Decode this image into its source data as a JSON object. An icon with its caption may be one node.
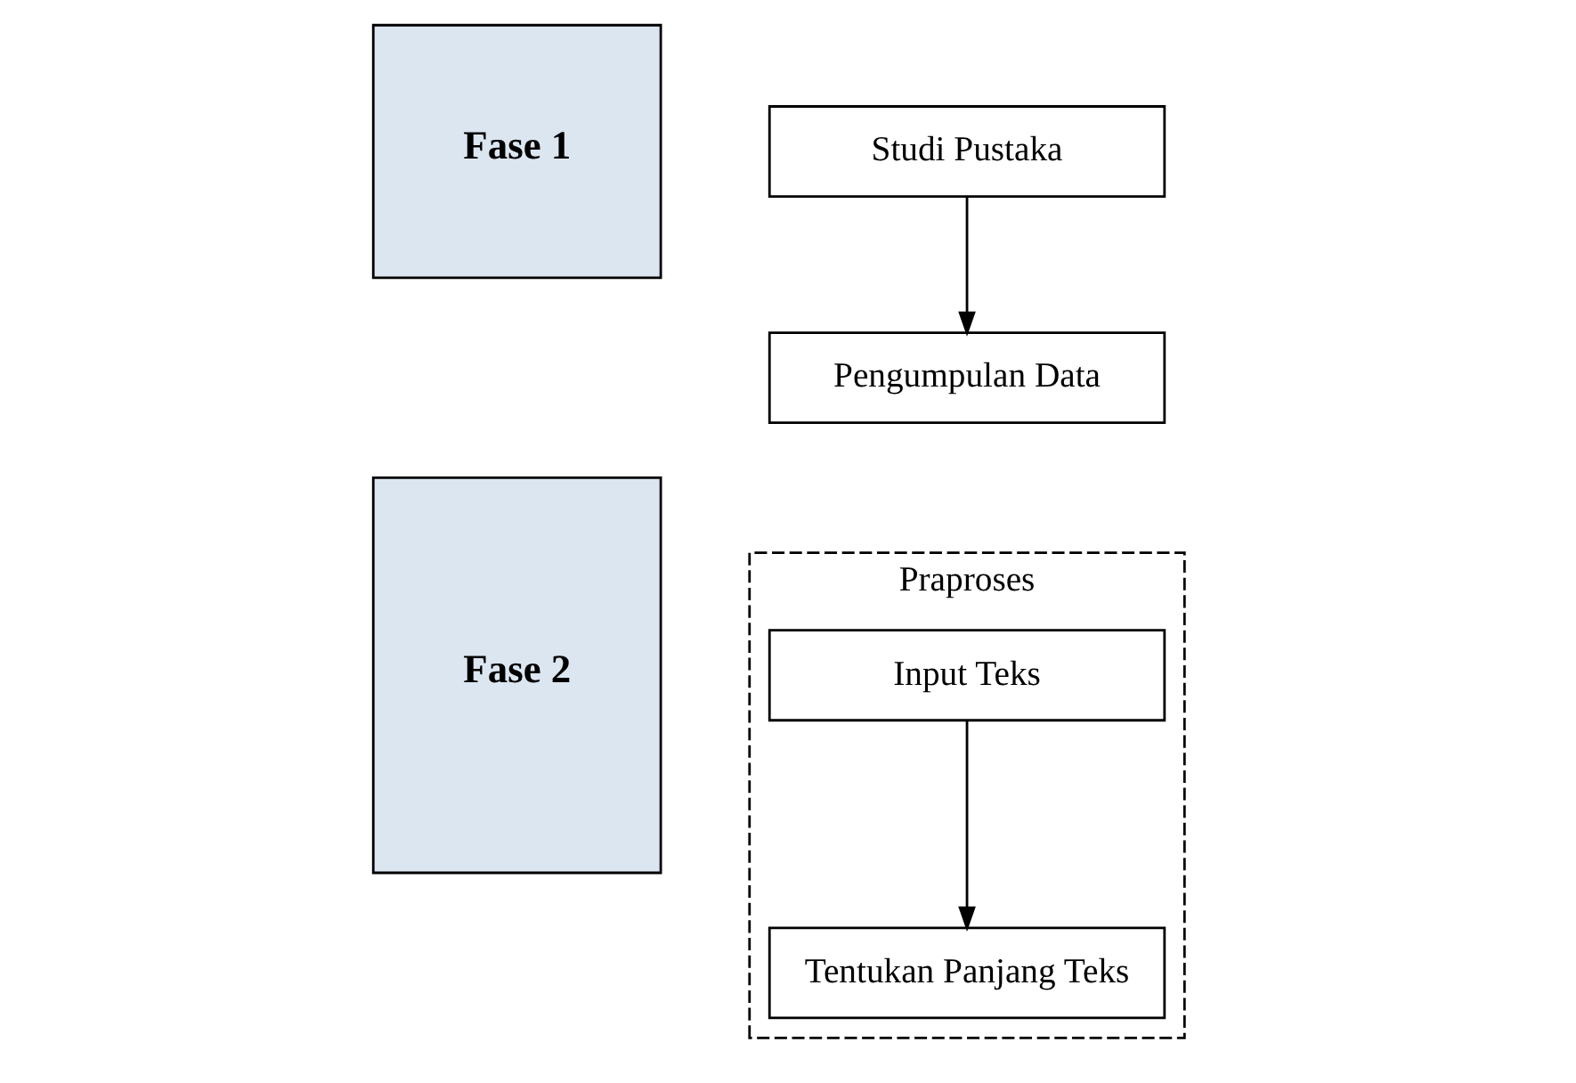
{
  "diagram": {
    "nodes": [
      {
        "text": [
          "Fase 1"
        ]
      },
      {
        "text": [
          "Studi Pustaka"
        ]
      },
      {
        "text": [
          "Pengumpulan Data"
        ]
      },
      {
        "text": [
          "Fase 2"
        ]
      },
      {
        "text": [
          "Praproses"
        ]
      },
      {
        "text": [
          "Input Teks"
        ],
        "in": 4
      },
      {
        "text": [
          "Tentukan Panjang Teks"
        ],
        "in": 4
      }
    ],
    "edges": [
      {
        "from": 1,
        "to": 2,
        "arrow": "to"
      },
      {
        "from": 5,
        "to": 6,
        "arrow": "to"
      }
    ]
  }
}
